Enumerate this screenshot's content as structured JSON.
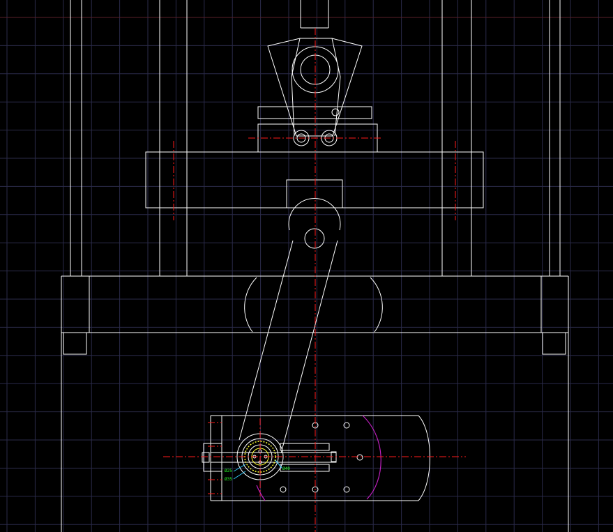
{
  "colors": {
    "background": "#000000",
    "grid": "#2b2b4a",
    "grid_accent": "#5a1f2a",
    "outline": "#ffffff",
    "centerline": "#ff1a1a",
    "dimension": "#2aff2a",
    "arc": "#c01fc0",
    "bearing": "#ffff33",
    "leader": "#33ccff"
  },
  "annotations": {
    "label_left_1": "Ø25",
    "label_left_2": "Ø35",
    "label_right": "Ø40"
  }
}
